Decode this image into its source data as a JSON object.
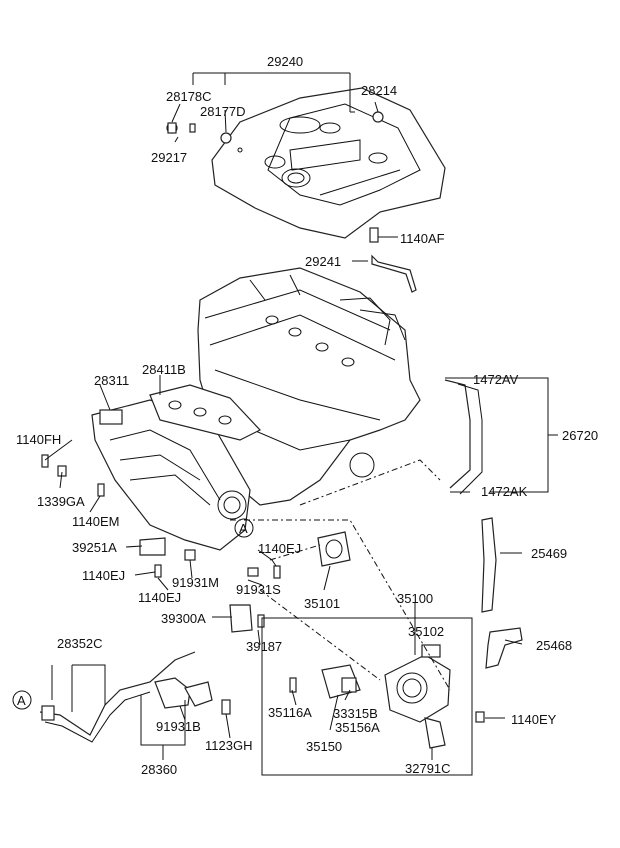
{
  "labels": {
    "p29240": "29240",
    "p28178C": "28178C",
    "p28177D": "28177D",
    "p28214": "28214",
    "p29217": "29217",
    "p1140AF": "1140AF",
    "p29241": "29241",
    "p1472AV": "1472AV",
    "p26720": "26720",
    "p1472AK": "1472AK",
    "p28311": "28311",
    "p28411B": "28411B",
    "p1140FH": "1140FH",
    "p1339GA": "1339GA",
    "p1140EM": "1140EM",
    "p39251A": "39251A",
    "p1140EJ_a": "1140EJ",
    "p1140EJ_b": "1140EJ",
    "p1140EJ_c": "1140EJ",
    "p91931M": "91931M",
    "p91931S": "91931S",
    "p35101": "35101",
    "p25469": "25469",
    "p35100": "35100",
    "p35102": "35102",
    "p25468": "25468",
    "p39300A": "39300A",
    "p39187": "39187",
    "p28352C": "28352C",
    "p35116A": "35116A",
    "p33315B": "33315B",
    "p35156A": "35156A",
    "p35150": "35150",
    "p1140EY": "1140EY",
    "p91931B": "91931B",
    "p1123GH": "1123GH",
    "p28360": "28360",
    "p32791C": "32791C",
    "refA1": "A",
    "refA2": "A"
  }
}
